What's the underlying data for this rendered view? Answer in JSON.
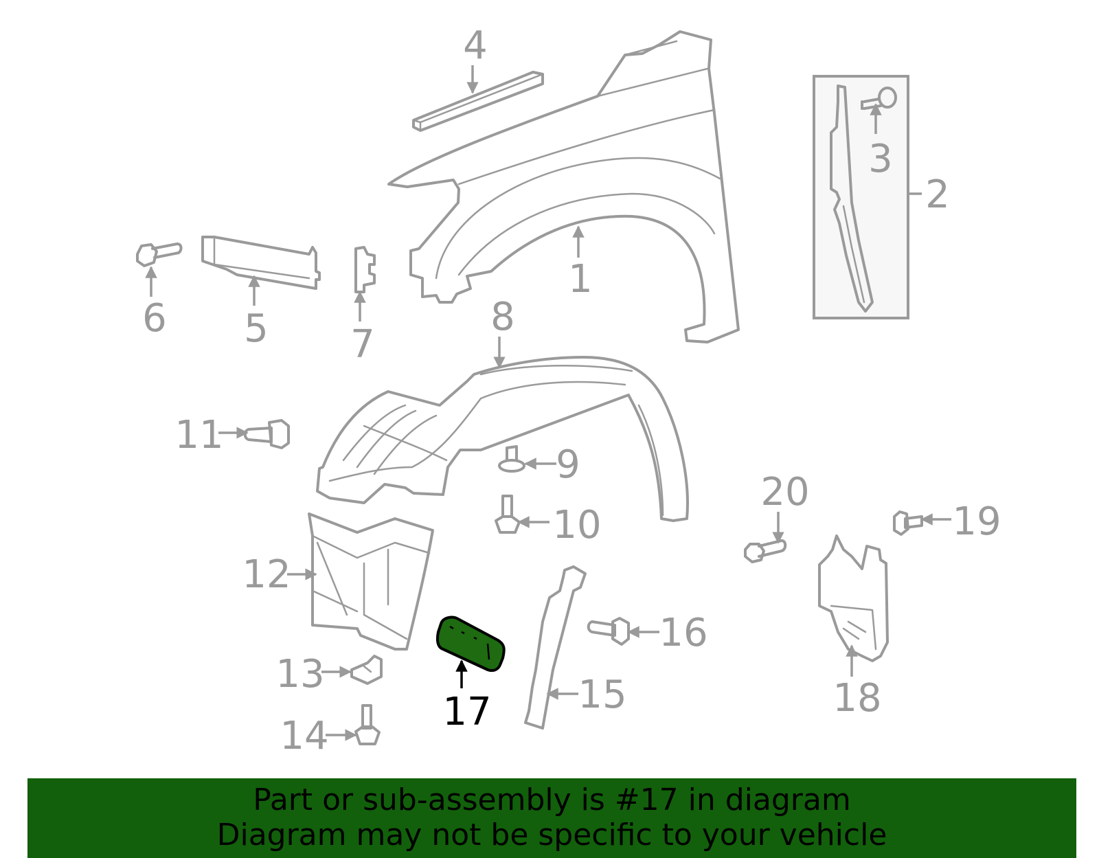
{
  "callouts": {
    "c1": "1",
    "c2": "2",
    "c3": "3",
    "c4": "4",
    "c5": "5",
    "c6": "6",
    "c7": "7",
    "c8": "8",
    "c9": "9",
    "c10": "10",
    "c11": "11",
    "c12": "12",
    "c13": "13",
    "c14": "14",
    "c15": "15",
    "c16": "16",
    "c17": "17",
    "c18": "18",
    "c19": "19",
    "c20": "20"
  },
  "highlight": {
    "part_number": "17",
    "color": "#1e6b12"
  },
  "banner": {
    "line1": "Part or sub-assembly is #17 in diagram",
    "line2": "Diagram may not be specific to your vehicle",
    "background": "#12600b"
  }
}
